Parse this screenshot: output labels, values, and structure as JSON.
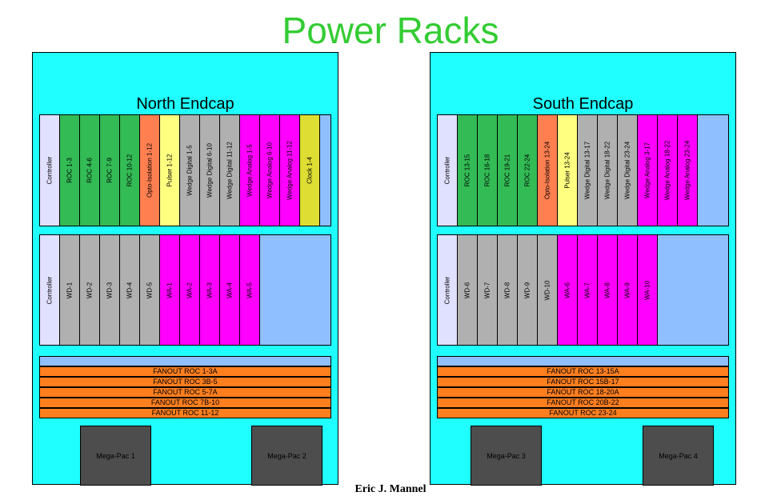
{
  "title": "Power Racks",
  "author": "Eric J. Mannel",
  "colors": {
    "rack": "#1fffff",
    "controller": "#e0e0ff",
    "roc": "#33bb55",
    "opto": "#ff7f50",
    "pulser": "#ffff80",
    "digital": "#b0b0b0",
    "analog": "#ff00ff",
    "clock": "#dddd33",
    "empty": "#8fbfff",
    "fanout": "#ff7f1f",
    "megapac": "#4d4d4d"
  },
  "racks": [
    {
      "name": "North Endcap",
      "top_crate": [
        {
          "label": "Controller",
          "type": "controller"
        },
        {
          "label": "ROC 1-3",
          "type": "roc"
        },
        {
          "label": "ROC 4-6",
          "type": "roc"
        },
        {
          "label": "ROC 7-9",
          "type": "roc"
        },
        {
          "label": "ROC 10-12",
          "type": "roc"
        },
        {
          "label": "Opto-Isolation 1-12",
          "type": "opto"
        },
        {
          "label": "Pulser 1-12",
          "type": "pulser"
        },
        {
          "label": "Wedge Digital 1-5",
          "type": "digital"
        },
        {
          "label": "Wedge Digital 6-10",
          "type": "digital"
        },
        {
          "label": "Wedge Digital 11-12",
          "type": "digital"
        },
        {
          "label": "Wedge Analog 1-5",
          "type": "analog"
        },
        {
          "label": "Wedge Analog 6-10",
          "type": "analog"
        },
        {
          "label": "Wedge Analog 11-12",
          "type": "analog"
        },
        {
          "label": "Clock 1-4",
          "type": "clock"
        }
      ],
      "mid_crate": [
        {
          "label": "Controller",
          "type": "controller"
        },
        {
          "label": "WD-1",
          "type": "digital"
        },
        {
          "label": "WD-2",
          "type": "digital"
        },
        {
          "label": "WD-3",
          "type": "digital"
        },
        {
          "label": "WD-4",
          "type": "digital"
        },
        {
          "label": "WD-5",
          "type": "digital"
        },
        {
          "label": "WA-1",
          "type": "analog"
        },
        {
          "label": "WA-2",
          "type": "analog"
        },
        {
          "label": "WA-3",
          "type": "analog"
        },
        {
          "label": "WA-4",
          "type": "analog"
        },
        {
          "label": "WA-5",
          "type": "analog"
        }
      ],
      "fanouts": [
        "FANOUT ROC 1-3A",
        "FANOUT ROC 3B-5",
        "FANOUT ROC 5-7A",
        "FANOUT ROC 7B-10",
        "FANOUT ROC 11-12"
      ],
      "megapacs": [
        "Mega-Pac 1",
        "Mega-Pac 2"
      ]
    },
    {
      "name": "South Endcap",
      "top_crate": [
        {
          "label": "Controller",
          "type": "controller"
        },
        {
          "label": "ROC 13-15",
          "type": "roc"
        },
        {
          "label": "ROC 16-18",
          "type": "roc"
        },
        {
          "label": "ROC 19-21",
          "type": "roc"
        },
        {
          "label": "ROC 22-24",
          "type": "roc"
        },
        {
          "label": "Opto-Isolation 13-24",
          "type": "opto"
        },
        {
          "label": "Pulser 13-24",
          "type": "pulser"
        },
        {
          "label": "Wedge Digital 13-17",
          "type": "digital"
        },
        {
          "label": "Wedge Digital 18-22",
          "type": "digital"
        },
        {
          "label": "Wedge Digital 23-24",
          "type": "digital"
        },
        {
          "label": "Wedge Analog 3-17",
          "type": "analog"
        },
        {
          "label": "Wedge Analog 18-22",
          "type": "analog"
        },
        {
          "label": "Wedge Analog 23-24",
          "type": "analog"
        }
      ],
      "mid_crate": [
        {
          "label": "Controller",
          "type": "controller"
        },
        {
          "label": "WD-6",
          "type": "digital"
        },
        {
          "label": "WD-7",
          "type": "digital"
        },
        {
          "label": "WD-8",
          "type": "digital"
        },
        {
          "label": "WD-9",
          "type": "digital"
        },
        {
          "label": "WD-10",
          "type": "digital"
        },
        {
          "label": "WA-6",
          "type": "analog"
        },
        {
          "label": "WA-7",
          "type": "analog"
        },
        {
          "label": "WA-8",
          "type": "analog"
        },
        {
          "label": "WA-9",
          "type": "analog"
        },
        {
          "label": "WA-10",
          "type": "analog"
        }
      ],
      "fanouts": [
        "FANOUT ROC 13-15A",
        "FANOUT ROC 15B-17",
        "FANOUT ROC 18-20A",
        "FANOUT ROC 20B-22",
        "FANOUT ROC 23-24"
      ],
      "megapacs": [
        "Mega-Pac 3",
        "Mega-Pac 4"
      ]
    }
  ]
}
